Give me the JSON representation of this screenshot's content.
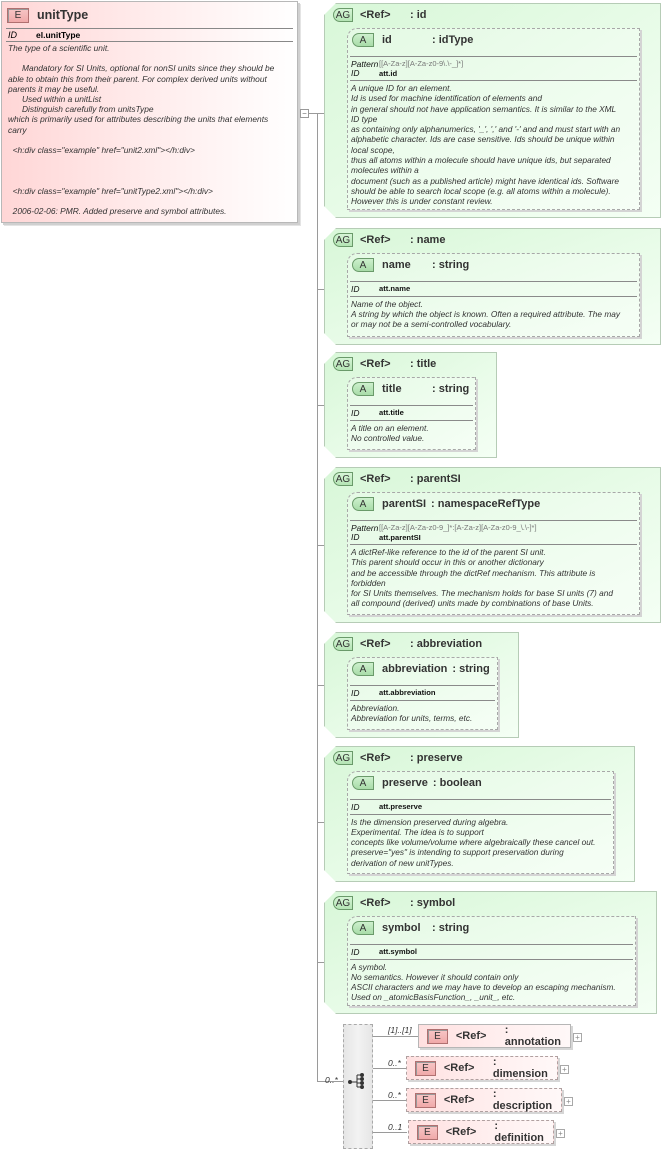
{
  "root": {
    "badge": "E",
    "title": "unitType",
    "id_key": "ID",
    "id_value": "el.unitType",
    "doc": "The type of a scientific unit.\n\n      Mandatory for SI Units, optional for nonSI units since they should be\nable to obtain this from their parent. For complex derived units without\nparents it may be useful.\n      Used within a unitList\n      Distinguish carefully from unitsType\nwhich is primarily used for attributes describing the units that elements\ncarry\n\n  <h:div class=\"example\" href=\"unit2.xml\"></h:div>\n\n\n\n  <h:div class=\"example\" href=\"unitType2.xml\"></h:div>\n\n  2006-02-06: PMR. Added preserve and symbol attributes.",
    "collapse_glyph": "−"
  },
  "attribute_groups": [
    {
      "badge": "AG",
      "ref": "<Ref>",
      "name": ": id",
      "attr": {
        "badge": "A",
        "name": "id",
        "type": ": idType",
        "pattern_key": "Pattern",
        "pattern": "[[A-Za-z][A-Za-z0-9\\.\\-_]*]",
        "id_key": "ID",
        "id_value": "att.id",
        "doc": "A unique ID for an element.\nId is used for machine identification of elements and\nin general should not have application semantics. It is similar to the XML\nID type\nas containing only alphanumerics, '_', ',' and '-' and and must start with an\nalphabetic character. Ids are case sensitive. Ids should be unique within\nlocal scope,\nthus all atoms within a molecule should have unique ids, but separated\nmolecules within a\ndocument (such as a published article) might have identical ids. Software\nshould be able to search local scope (e.g. all atoms within a molecule).\nHowever this is under constant review."
      }
    },
    {
      "badge": "AG",
      "ref": "<Ref>",
      "name": ": name",
      "attr": {
        "badge": "A",
        "name": "name",
        "type": ": string",
        "id_key": "ID",
        "id_value": "att.name",
        "doc": "Name of the object.\nA string by which the object is known. Often a required attribute. The may\nor may not be a semi-controlled vocabulary."
      }
    },
    {
      "badge": "AG",
      "ref": "<Ref>",
      "name": ": title",
      "attr": {
        "badge": "A",
        "name": "title",
        "type": ": string",
        "id_key": "ID",
        "id_value": "att.title",
        "doc": "A title on an element.\nNo controlled value."
      }
    },
    {
      "badge": "AG",
      "ref": "<Ref>",
      "name": ": parentSI",
      "attr": {
        "badge": "A",
        "name": "parentSI",
        "type": ": namespaceRefType",
        "pattern_key": "Pattern",
        "pattern": "[[A-Za-z][A-Za-z0-9_]*:[A-Za-z][A-Za-z0-9_\\.\\-]*]",
        "id_key": "ID",
        "id_value": "att.parentSI",
        "doc": "A dictRef-like reference to the id of the parent SI unit.\nThis parent should occur in this or another dictionary\nand be accessible through the dictRef mechanism. This attribute is\nforbidden\nfor SI Units themselves. The mechanism holds for base SI units (7) and\nall compound (derived) units made by combinations of base Units."
      }
    },
    {
      "badge": "AG",
      "ref": "<Ref>",
      "name": ": abbreviation",
      "attr": {
        "badge": "A",
        "name": "abbreviation",
        "type": ": string",
        "id_key": "ID",
        "id_value": "att.abbreviation",
        "doc": "Abbreviation.\nAbbreviation for units, terms, etc."
      }
    },
    {
      "badge": "AG",
      "ref": "<Ref>",
      "name": ": preserve",
      "attr": {
        "badge": "A",
        "name": "preserve",
        "type": ": boolean",
        "id_key": "ID",
        "id_value": "att.preserve",
        "doc": "Is the dimension preserved during algebra.\nExperimental. The idea is to support\nconcepts like volume/volume where algebraically these cancel out.\npreserve=\"yes\" is intending to support preservation during\nderivation of new unitTypes."
      }
    },
    {
      "badge": "AG",
      "ref": "<Ref>",
      "name": ": symbol",
      "attr": {
        "badge": "A",
        "name": "symbol",
        "type": ": string",
        "id_key": "ID",
        "id_value": "att.symbol",
        "doc": "A symbol.\nNo semantics. However it should contain only\nASCII characters and we may have to develop an escaping mechanism.\nUsed on _atomicBasisFunction_, _unit_, etc."
      }
    }
  ],
  "sequence": {
    "occurrence": "0..*",
    "children": [
      {
        "badge": "E",
        "ref": "<Ref>",
        "name": ": annotation",
        "occurrence": "[1]..[1]",
        "expand": "+"
      },
      {
        "badge": "E",
        "ref": "<Ref>",
        "name": ": dimension",
        "occurrence": "0..*",
        "expand": "+"
      },
      {
        "badge": "E",
        "ref": "<Ref>",
        "name": ": description",
        "occurrence": "0..*",
        "expand": "+"
      },
      {
        "badge": "E",
        "ref": "<Ref>",
        "name": ": definition",
        "occurrence": "0..1",
        "expand": "+"
      }
    ]
  },
  "colors": {
    "element_fill": "#ffd6d6",
    "attribute_group_fill": "#d8f7d8",
    "line": "#9a9a9a"
  }
}
